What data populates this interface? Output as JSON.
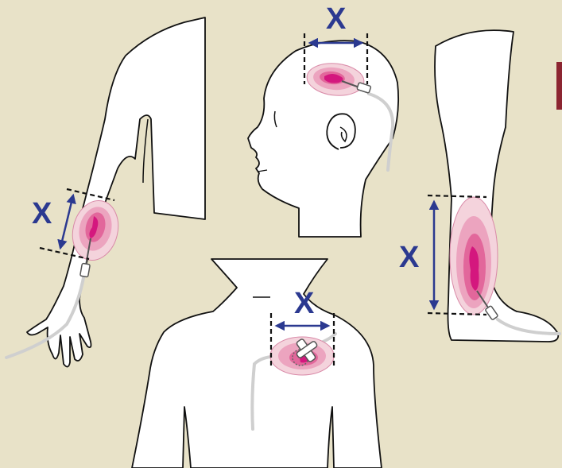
{
  "colors": {
    "background": "#e8e2c8",
    "body_fill": "#ffffff",
    "outline": "#111111",
    "measure_blue": "#2b3990",
    "infiltration_light": "#f4d3dc",
    "infiltration_mid": "#eca4bf",
    "infiltration_dark": "#e2679b",
    "infiltration_core": "#d4177e",
    "tubing": "#cfcfcf"
  },
  "labels": {
    "arm_x": "X",
    "head_x": "X",
    "leg_x": "X",
    "chest_x": "X"
  },
  "sites": [
    {
      "name": "forearm",
      "measure_label": "X"
    },
    {
      "name": "scalp",
      "measure_label": "X"
    },
    {
      "name": "lower-leg",
      "measure_label": "X"
    },
    {
      "name": "upper-chest",
      "measure_label": "X"
    }
  ]
}
